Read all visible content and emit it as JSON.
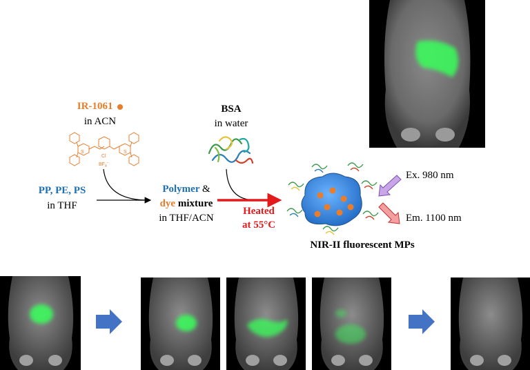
{
  "dye": {
    "name": "IR-1061",
    "solvent": "in ACN",
    "counterion": "BF",
    "counterion_sub": "4",
    "counterion_sup": "−",
    "cl": "Cl",
    "s_plus": "S",
    "s": "S",
    "color": "#e87d2c"
  },
  "polymers": {
    "name": "PP, PE, PS",
    "solvent": "in THF",
    "color": "#1f6fb5"
  },
  "bsa": {
    "name": "BSA",
    "solvent": "in water"
  },
  "mixture": {
    "polymer": "Polymer",
    "amp": "&",
    "dye": "dye",
    "mixture": "mixture",
    "solvent": "in THF/ACN"
  },
  "heat": {
    "line1": "Heated",
    "line2": "at 55°C",
    "color": "#e31a1c"
  },
  "particle": {
    "label": "NIR-II fluorescent MPs",
    "color": "#3a8ee6"
  },
  "excitation": {
    "label": "Ex. 980 nm",
    "color": "#c9a6e8"
  },
  "emission": {
    "label": "Em. 1100 nm",
    "color": "#f4a0a0"
  },
  "flow_arrow_color": "#4472c4",
  "fluorescence_color": "#39ff5a",
  "images": {
    "count": 6
  }
}
